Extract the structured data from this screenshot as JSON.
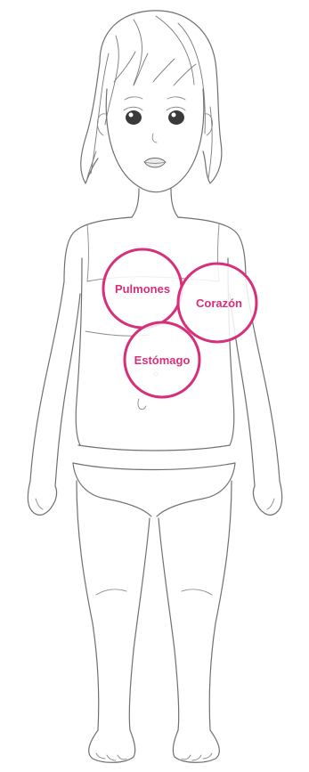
{
  "figure": {
    "subject": "child-body-outline",
    "accent_color": "#d6307a",
    "organs": [
      {
        "id": "lungs",
        "label": "Pulmones"
      },
      {
        "id": "heart",
        "label": "Corazón"
      },
      {
        "id": "stomach",
        "label": "Estómago"
      }
    ]
  }
}
